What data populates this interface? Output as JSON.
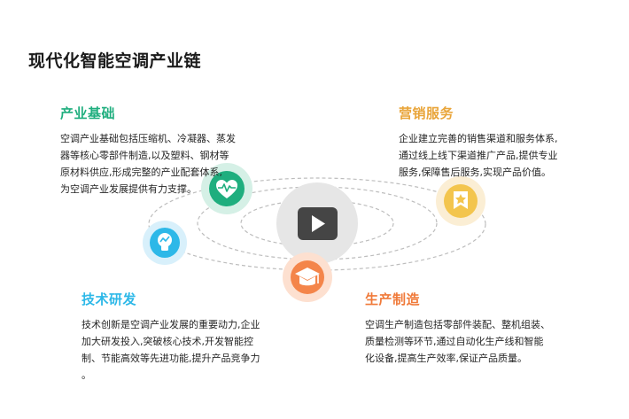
{
  "title": "现代化智能空调产业链",
  "colors": {
    "foundation": "#1fae7e",
    "marketing": "#e9a53a",
    "tech": "#2db8e8",
    "production": "#f07a3a",
    "orbit": "#bfbfbf",
    "play_bg": "#e6e6e6",
    "play_button": "#444444"
  },
  "blocks": {
    "foundation": {
      "title": "产业基础",
      "lines": [
        "空调产业基础包括压缩机、冷凝器、蒸发",
        "器等核心零部件制造,以及塑料、钢材等",
        "原材料供应,形成完整的产业配套体系,",
        "为空调产业发展提供有力支撑。"
      ],
      "icon": "heart-pulse-icon"
    },
    "marketing": {
      "title": "营销服务",
      "lines": [
        "企业建立完善的销售渠道和服务体系,",
        "通过线上线下渠道推广产品,提供专业",
        "服务,保障售后服务,实现产品价值。"
      ],
      "icon": "star-badge-icon"
    },
    "tech": {
      "title": "技术研发",
      "lines": [
        "技术创新是空调产业发展的重要动力,企业",
        "加大研发投入,突破核心技术,开发智能控",
        "制、节能高效等先进功能,提升产品竞争力",
        "。"
      ],
      "icon": "lightbulb-icon"
    },
    "production": {
      "title": "生产制造",
      "lines": [
        "空调生产制造包括零部件装配、整机组装、",
        "质量检测等环节,通过自动化生产线和智能",
        "化设备,提高生产效率,保证产品质量。"
      ],
      "icon": "graduation-cap-icon"
    }
  },
  "center": {
    "icon": "play-icon"
  }
}
